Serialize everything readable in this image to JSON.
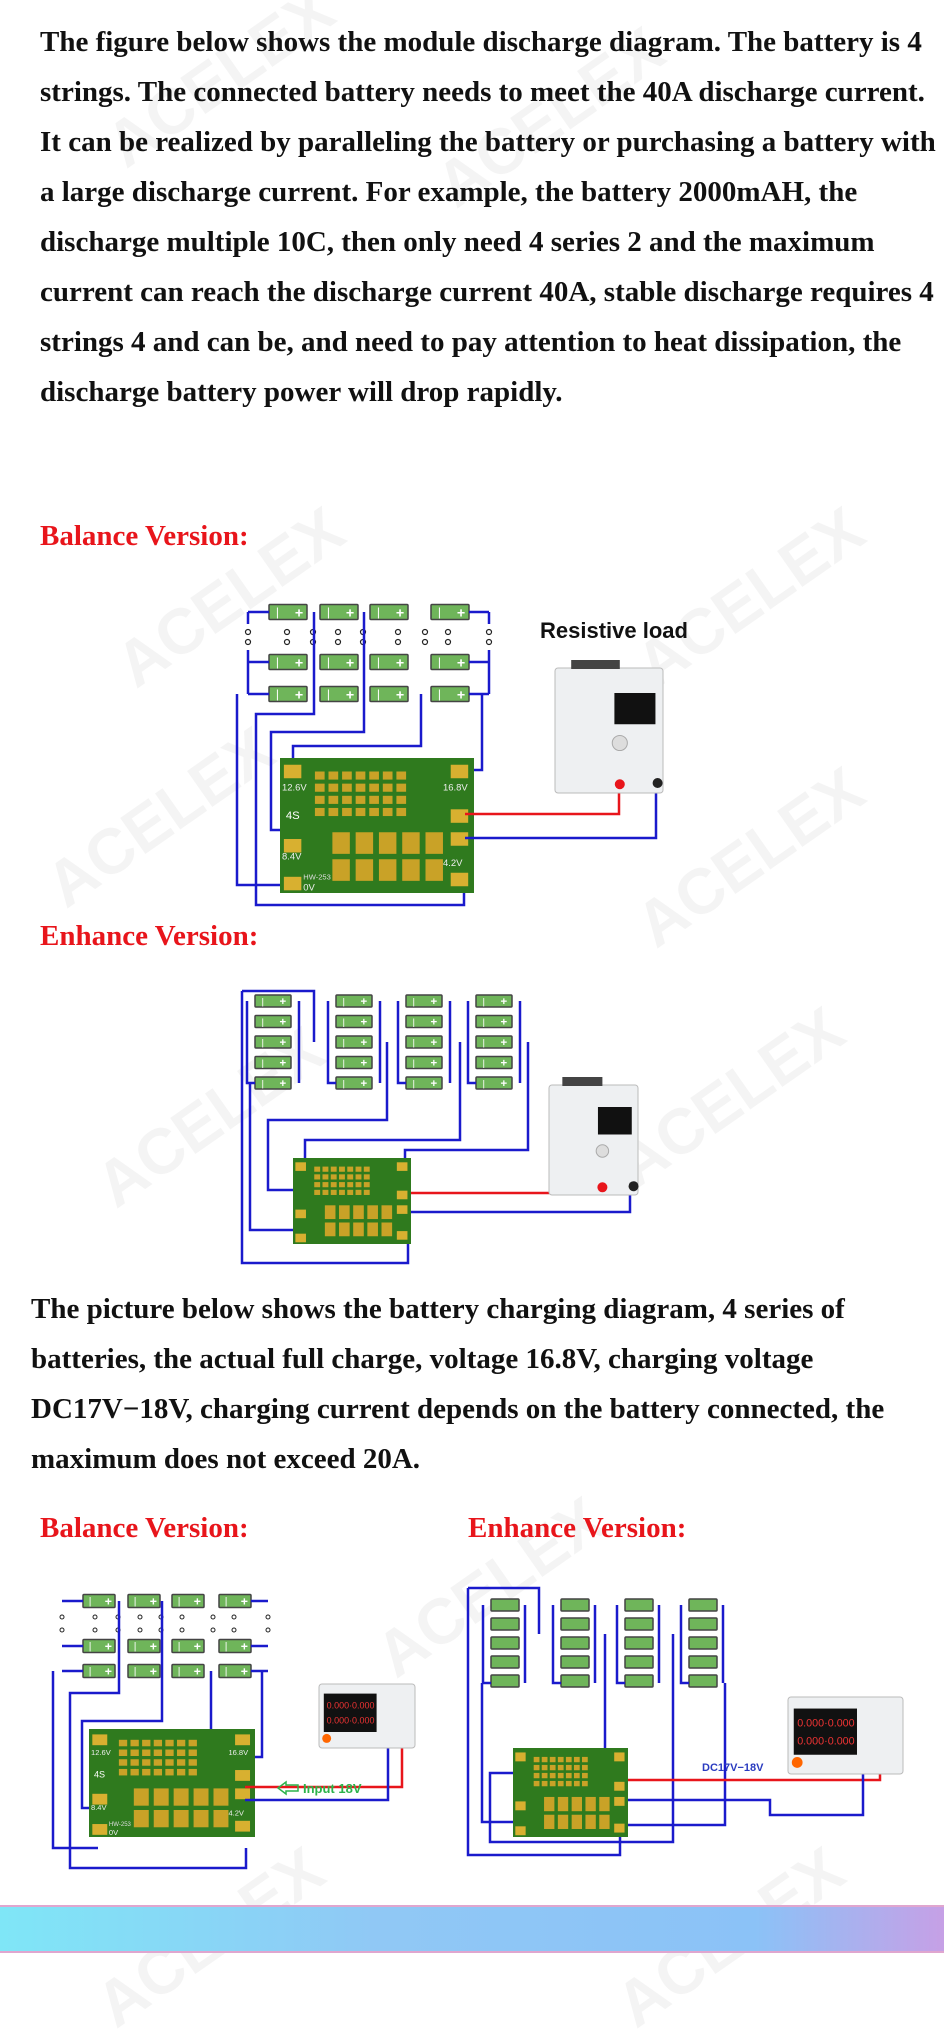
{
  "discharge": {
    "text": "The figure below shows the module discharge diagram. The battery is 4 strings. The connected battery needs to meet the 40A discharge current. It can be realized by paralleling the battery or purchasing a battery with a large discharge current. For example, the battery 2000mAH, the discharge multiple 10C, then only need 4 series 2 and the maximum current can reach the discharge current 40A, stable discharge requires 4 strings 4 and can be, and need to pay attention to heat dissipation, the discharge battery power will drop rapidly.",
    "balance_label": "Balance Version:",
    "enhance_label": "Enhance Version:",
    "load_label": "Resistive load",
    "pcb_labels": [
      "12.6V",
      "16.8V",
      "8.4V",
      "0V",
      "4.2V",
      "4S",
      "HW-253"
    ]
  },
  "charging": {
    "text": "The picture below shows the battery charging diagram, 4 series of batteries, the actual full charge, voltage 16.8V, charging voltage DC17V−18V, charging current depends on the battery connected, the maximum does not exceed 20A.",
    "balance_label": "Balance Version:",
    "enhance_label": "Enhance Version:",
    "input_label": "Input 18V",
    "dc_label": "DC17V−18V"
  },
  "watermark": "ACELEX",
  "colors": {
    "wire_blue": "#1a1acc",
    "wire_red": "#e8151b",
    "battery": "#6fb55a",
    "pcb": "#2f7a1e",
    "heading_red": "#e8151b",
    "bar_gradient": [
      "#7fe6f7",
      "#8bc2f7",
      "#c6a0e6"
    ]
  }
}
